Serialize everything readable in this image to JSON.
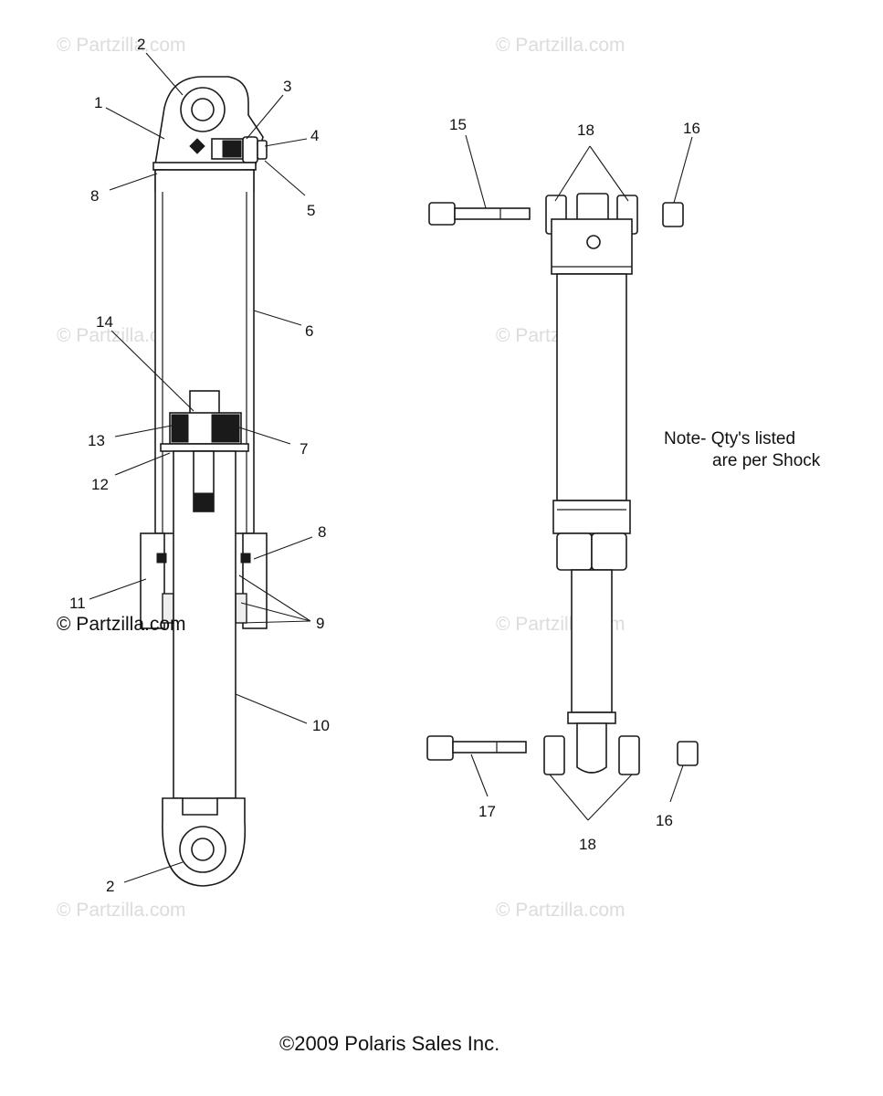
{
  "watermark_text": "© Partzilla.com",
  "watermark_overlay_text": "© Partzilla.com",
  "note": {
    "line1": "Note- Qty's listed",
    "line2": "are per Shock"
  },
  "copyright": "©2009 Polaris Sales Inc.",
  "callouts": {
    "c1": "1",
    "c2_top": "2",
    "c2_bottom": "2",
    "c3": "3",
    "c4": "4",
    "c5": "5",
    "c6": "6",
    "c7": "7",
    "c8_top": "8",
    "c8_lower": "8",
    "c9": "9",
    "c10": "10",
    "c11": "11",
    "c12": "12",
    "c13": "13",
    "c14": "14",
    "c15": "15",
    "c16_top": "16",
    "c16_bottom": "16",
    "c17": "17",
    "c18_top": "18",
    "c18_bottom": "18"
  },
  "colors": {
    "line": "#1a1a1a",
    "watermark": "#dcdcdc",
    "background": "#ffffff"
  }
}
